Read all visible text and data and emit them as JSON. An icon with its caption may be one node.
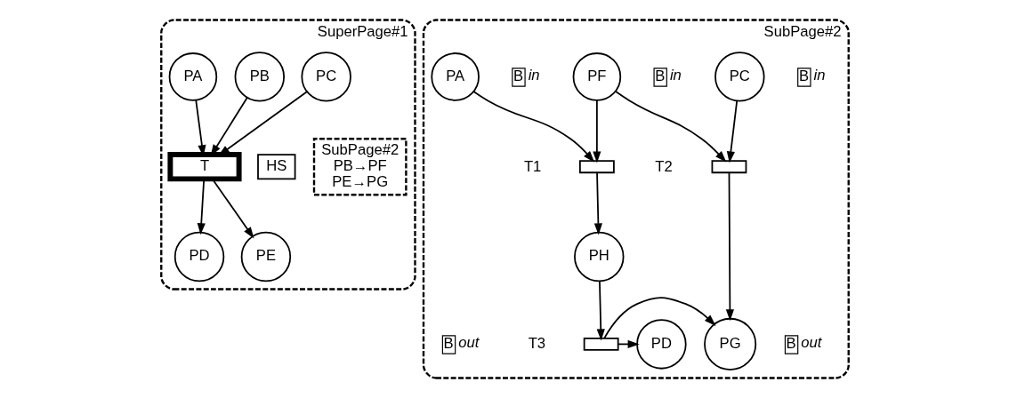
{
  "diagram": {
    "nodes": [
      {
        "text": [
          "SuperPage#1"
        ]
      },
      {
        "text": [
          "PA"
        ],
        "in": 0
      },
      {
        "text": [
          "PB"
        ],
        "in": 0
      },
      {
        "text": [
          "PC"
        ],
        "in": 0
      },
      {
        "text": [
          "T"
        ],
        "in": 0
      },
      {
        "text": [
          "HS"
        ],
        "in": 0
      },
      {
        "text": [
          "SubPage#2",
          "PB→PF",
          "PE→PG"
        ],
        "in": 0
      },
      {
        "text": [
          "PD"
        ],
        "in": 0
      },
      {
        "text": [
          "PE"
        ],
        "in": 0
      },
      {
        "text": [
          "SubPage#2"
        ]
      },
      {
        "text": [
          "PA"
        ],
        "in": 9,
        "beside": [
          "B",
          "in"
        ]
      },
      {
        "text": [
          "PF"
        ],
        "in": 9,
        "beside": [
          "B",
          "in"
        ]
      },
      {
        "text": [
          "PC"
        ],
        "in": 9,
        "beside": [
          "B",
          "in"
        ]
      },
      {
        "text": [],
        "shape": "box",
        "in": 9,
        "beside": [
          "T1"
        ]
      },
      {
        "text": [],
        "shape": "box",
        "in": 9,
        "beside": [
          "T2"
        ]
      },
      {
        "text": [
          "PH"
        ],
        "in": 9
      },
      {
        "text": [],
        "shape": "box",
        "in": 9,
        "beside": [
          "T3"
        ]
      },
      {
        "text": [
          "PD"
        ],
        "in": 9,
        "beside": [
          "B",
          "out"
        ]
      },
      {
        "text": [
          "PG"
        ],
        "in": 9,
        "beside": [
          "B",
          "out"
        ]
      }
    ],
    "edges": [
      {
        "from": 1,
        "to": 4,
        "arrow": "to"
      },
      {
        "from": 2,
        "to": 4,
        "arrow": "to"
      },
      {
        "from": 3,
        "to": 4,
        "arrow": "to"
      },
      {
        "from": 4,
        "to": 7,
        "arrow": "to"
      },
      {
        "from": 4,
        "to": 8,
        "arrow": "to"
      },
      {
        "from": 10,
        "to": 13,
        "arrow": "to"
      },
      {
        "from": 11,
        "to": 13,
        "arrow": "to"
      },
      {
        "from": 11,
        "to": 14,
        "arrow": "to"
      },
      {
        "from": 12,
        "to": 14,
        "arrow": "to"
      },
      {
        "from": 13,
        "to": 15,
        "arrow": "to"
      },
      {
        "from": 15,
        "to": 16,
        "arrow": "to"
      },
      {
        "from": 16,
        "to": 17,
        "arrow": "to"
      },
      {
        "from": 16,
        "to": 18,
        "arrow": "to"
      },
      {
        "from": 14,
        "to": 18,
        "arrow": "to"
      }
    ]
  }
}
